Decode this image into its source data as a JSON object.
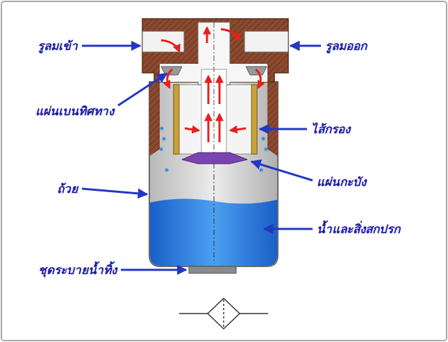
{
  "diagram": {
    "labels": [
      "รูลมเข้า",
      "รูลมออก",
      "แผ่นเบนทิศทาง",
      "ไส้กรอง",
      "แผ่นกะบัง",
      "ถ้วย",
      "น้ำและสิ่งสกปรก",
      "ชุดระบายน้ำทิ้ง"
    ]
  }
}
